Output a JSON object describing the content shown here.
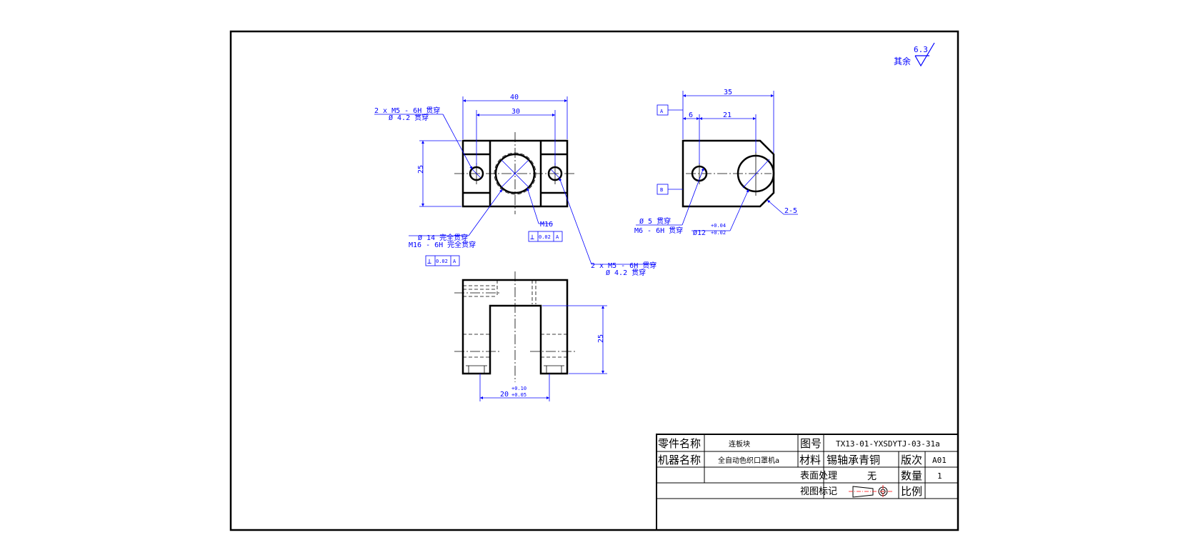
{
  "drawing": {
    "roughness_prefix": "其余",
    "roughness_value": "6.3",
    "front_view": {
      "dim_overall_width": "40",
      "dim_hole_spacing": "30",
      "dim_height": "25",
      "note_top_left_line1": "2 x  M5 - 6H 贯穿",
      "note_top_left_line2": "Ø 4.2 贯穿",
      "note_center_line1": "Ø 14 完全贯穿",
      "note_center_line2": "M16 - 6H 完全贯穿",
      "note_thread": "M16",
      "note_bottom_right_line1": "2 x  M5 - 6H 贯穿",
      "note_bottom_right_line2": "Ø 4.2 贯穿",
      "tol_perp_symbol": "⊥",
      "tol_value": "0.02",
      "tol_datum": "A"
    },
    "side_view": {
      "datum_a": "A",
      "datum_b": "B",
      "dim_length": "35",
      "dim_left_offset": "6",
      "dim_center_offset": "21",
      "chamfer": "2-5",
      "note_small_hole_line1": "Ø 5 贯穿",
      "note_small_hole_line2": "M6 - 6H 贯穿",
      "note_big_hole": "Ø12",
      "big_hole_tol_upper": "+0.04",
      "big_hole_tol_lower": "+0.02"
    },
    "top_view": {
      "dim_slot_width": "20",
      "slot_tol_upper": "+0.10",
      "slot_tol_lower": "+0.05",
      "dim_depth": "25"
    }
  },
  "title_block": {
    "part_name_label": "零件名称",
    "part_name_value": "连板块",
    "drawing_no_label": "图号",
    "drawing_no_value": "TX13-01-YXSDYTJ-03-31a",
    "machine_name_label": "机器名称",
    "machine_name_value": "全自动色织口罩机a",
    "material_label": "材料",
    "material_value": "锡轴承青铜",
    "version_label": "版次",
    "version_value": "A01",
    "surface_label": "表面处理",
    "surface_value": "无",
    "quantity_label": "数量",
    "quantity_value": "1",
    "view_mark_label": "视图标记",
    "scale_label": "比例"
  }
}
